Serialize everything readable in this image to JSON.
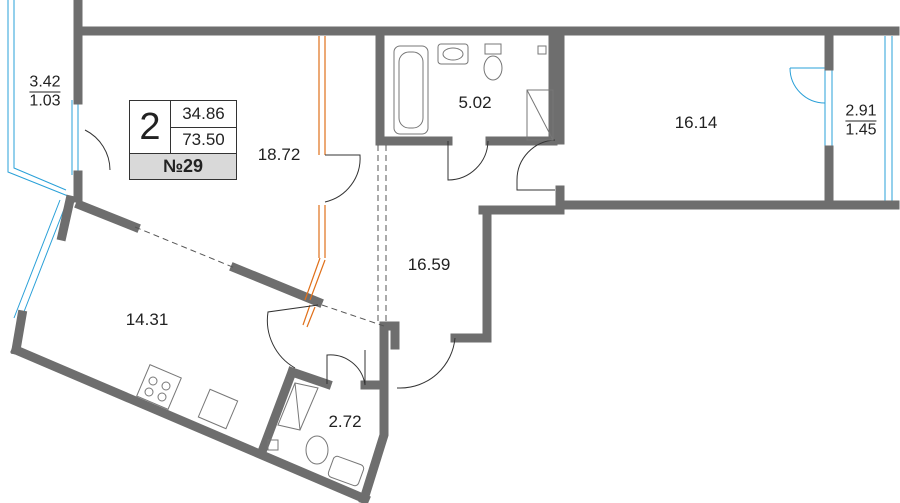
{
  "plan": {
    "apartment_number": "№29",
    "room_count": "2",
    "living_area": "34.86",
    "total_area": "73.50"
  },
  "rooms": {
    "living_room": "18.72",
    "kitchen": "14.31",
    "bathroom": "5.02",
    "bedroom": "16.14",
    "hall": "16.59",
    "wc": "2.72"
  },
  "balconies": {
    "left": {
      "area": "3.42",
      "reduced": "1.03"
    },
    "right": {
      "area": "2.91",
      "reduced": "1.45"
    }
  },
  "colors": {
    "wall": "#6e6e6e",
    "window": "#2aa0d8",
    "partition": "#e0701a",
    "label_bg": "#d9d9d9"
  }
}
